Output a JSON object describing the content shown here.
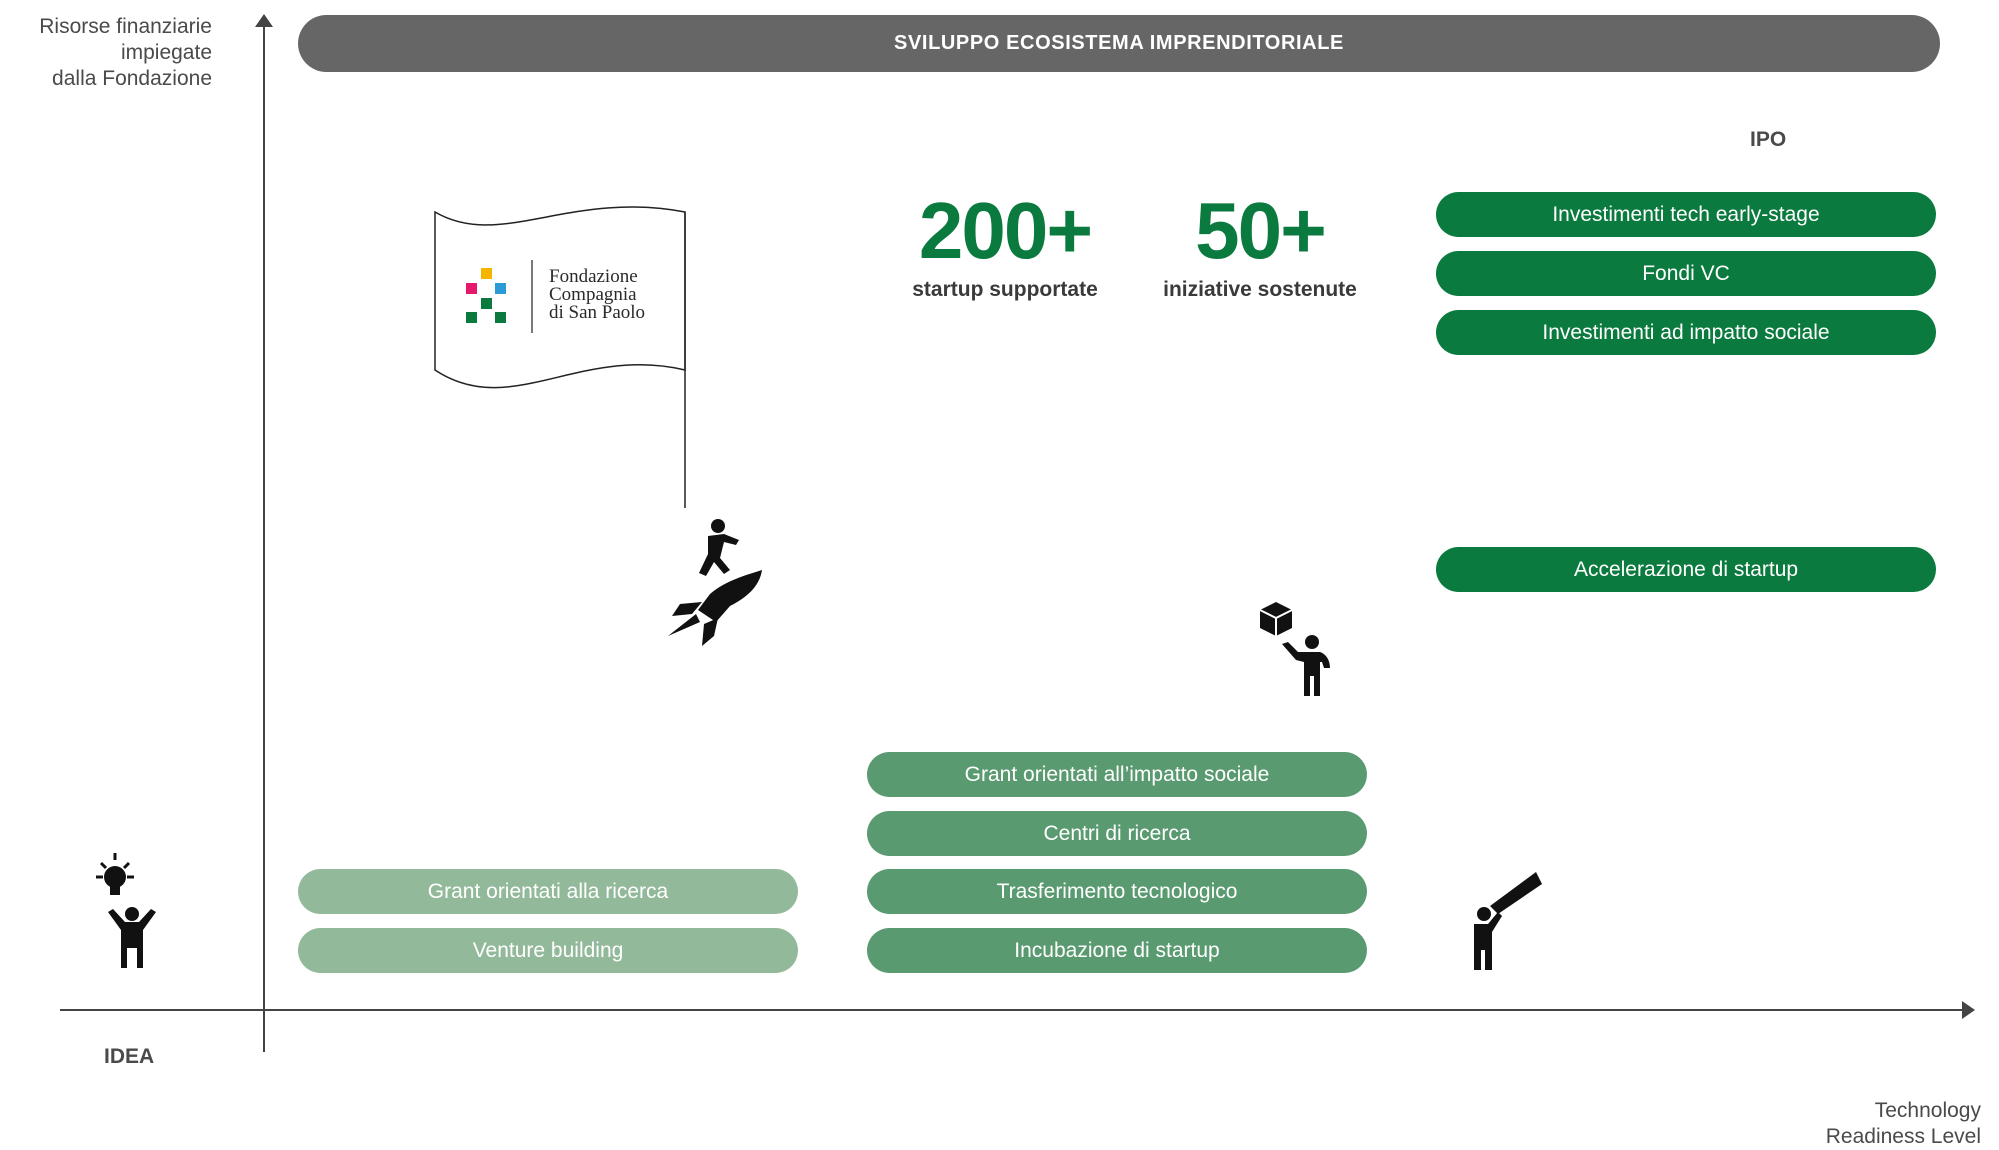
{
  "axes": {
    "y_label": [
      "Risorse finanziarie",
      "impiegate",
      "dalla Fondazione"
    ],
    "x_label": [
      "Technology",
      "Readiness Level"
    ],
    "origin_label": "IDEA",
    "end_label": "IPO"
  },
  "banner": {
    "title": "SVILUPPO ECOSISTEMA IMPRENDITORIALE"
  },
  "stats": [
    {
      "value": "200+",
      "label": "startup supportate"
    },
    {
      "value": "50+",
      "label": "iniziative sostenute"
    }
  ],
  "logo": {
    "lines": [
      "Fondazione",
      "Compagnia",
      "di San Paolo"
    ]
  },
  "pills": {
    "early": [
      "Grant orientati alla ricerca",
      "Venture building"
    ],
    "middle": [
      "Grant orientati all’impatto sociale",
      "Centri di ricerca",
      "Trasferimento tecnologico",
      "Incubazione di startup"
    ],
    "late_top": [
      "Investimenti tech early-stage",
      "Fondi VC",
      "Investimenti ad impatto sociale"
    ],
    "late_mid": "Accelerazione di startup"
  },
  "icons": [
    "lightbulb-person-icon",
    "rocket-rider-icon",
    "cube-person-icon",
    "telescope-person-icon",
    "flag-icon"
  ],
  "colors": {
    "dark_green": "#0b7a3e",
    "mid_green": "#5a9a70",
    "light_green": "#93b99b",
    "banner_gray": "#666666"
  }
}
